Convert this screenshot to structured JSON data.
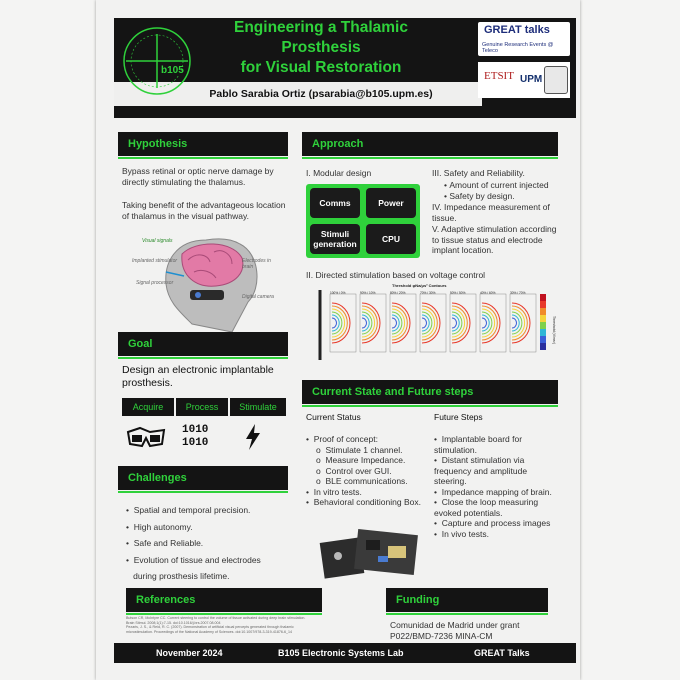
{
  "header": {
    "title_line1": "Engineering a Thalamic Prosthesis",
    "title_line2": "for Visual Restoration",
    "author": "Pablo Sarabia Ortiz (psarabia@b105.upm.es)",
    "logo_left_text": "b105",
    "logo_great": "GREAT talks",
    "logo_great_sub": "Genuine Research Events @ Teleco",
    "logo_etsit": "ETSIT",
    "logo_upm": "UPM"
  },
  "hypothesis": {
    "heading": "Hypothesis",
    "p1": "Bypass retinal or optic nerve damage by directly stimulating the thalamus.",
    "p2": "Taking benefit of the advantageous location of  thalamus in the visual pathway.",
    "fig_labels": [
      "Visual signals",
      "Implanted stimulator",
      "Signal processor",
      "Electrodes in brain",
      "Digital camera"
    ]
  },
  "goal": {
    "heading": "Goal",
    "text": "Design an electronic implantable prosthesis.",
    "steps": [
      "Acquire",
      "Process",
      "Stimulate"
    ],
    "binary": [
      "1010",
      "1010"
    ]
  },
  "challenges": {
    "heading": "Challenges",
    "items": [
      "Spatial and temporal precision.",
      "High autonomy.",
      "Safe and Reliable.",
      "Evolution of tissue and electrodes",
      "during prosthesis lifetime."
    ]
  },
  "references": {
    "heading": "References",
    "lines": [
      "Butson CR, McIntyre CC. Current steering to control the volume of tissue activated during deep brain stimulation.",
      "Brain Stimul. 2008;1(1):7-15. doi:10.1016/j.brs.2007.08.004",
      "Pezaris, J. S., & Reid, R. C. (2007). Demonstration of artificial visual percepts generated through thalamic",
      "microstimulation. Proceedings of the National Academy of Sciences. doi:10.1007/978-3-319-41876-6_14"
    ]
  },
  "approach": {
    "heading": "Approach",
    "item1": "I.   Modular design",
    "modules": [
      "Comms",
      "Power",
      "Stimuli generation",
      "CPU"
    ],
    "item3": "III. Safety and Reliability.",
    "item3_subs": [
      "Amount of current injected",
      "Safety by design."
    ],
    "item4": "IV. Impedance measurement of tissue.",
    "item5": "V.   Adaptive stimulation according to tissue status and electrode implant location.",
    "item2": "II.  Directed stimulation based on voltage control",
    "plot_title": "Threshold φNa/μs² Contours",
    "panel_labels": [
      "100% / 0%",
      "90% / 10%",
      "80% / 20%",
      "70% / 30%",
      "50% / 50%",
      "40% / 60%",
      "30% / 70%"
    ],
    "colorbar_label": "Threshold (V/ms²)",
    "colorbar_ticks": [
      "40",
      "35",
      "30",
      "25",
      "20",
      "15",
      "10",
      "5"
    ]
  },
  "current_state": {
    "heading": "Current State and Future steps",
    "col1_title": "Current Status",
    "col1_items": [
      {
        "t": "Proof of concept:",
        "subs": [
          "Stimulate 1 channel.",
          "Measure Impedance.",
          "Control over GUI.",
          "BLE communications."
        ]
      },
      {
        "t": "In vitro tests.",
        "subs": []
      },
      {
        "t": "Behavioral conditioning Box.",
        "subs": []
      }
    ],
    "col2_title": "Future Steps",
    "col2_items": [
      "Implantable board for stimulation.",
      "Distant stimulation via frequency and amplitude steering.",
      "Impedance mapping of brain.",
      "Close the loop measuring evoked potentials.",
      "Capture and process images",
      "In vivo tests."
    ]
  },
  "funding": {
    "heading": "Funding",
    "lines": [
      "Comunidad de Madrid under grant",
      "P022/BMD-7236 MINA-CM"
    ]
  },
  "footer": {
    "left": "November 2024",
    "center": "B105 Electronic Systems Lab",
    "right": "GREAT Talks"
  },
  "colors": {
    "accent_green": "#2fd13b",
    "header_black": "#141414"
  }
}
